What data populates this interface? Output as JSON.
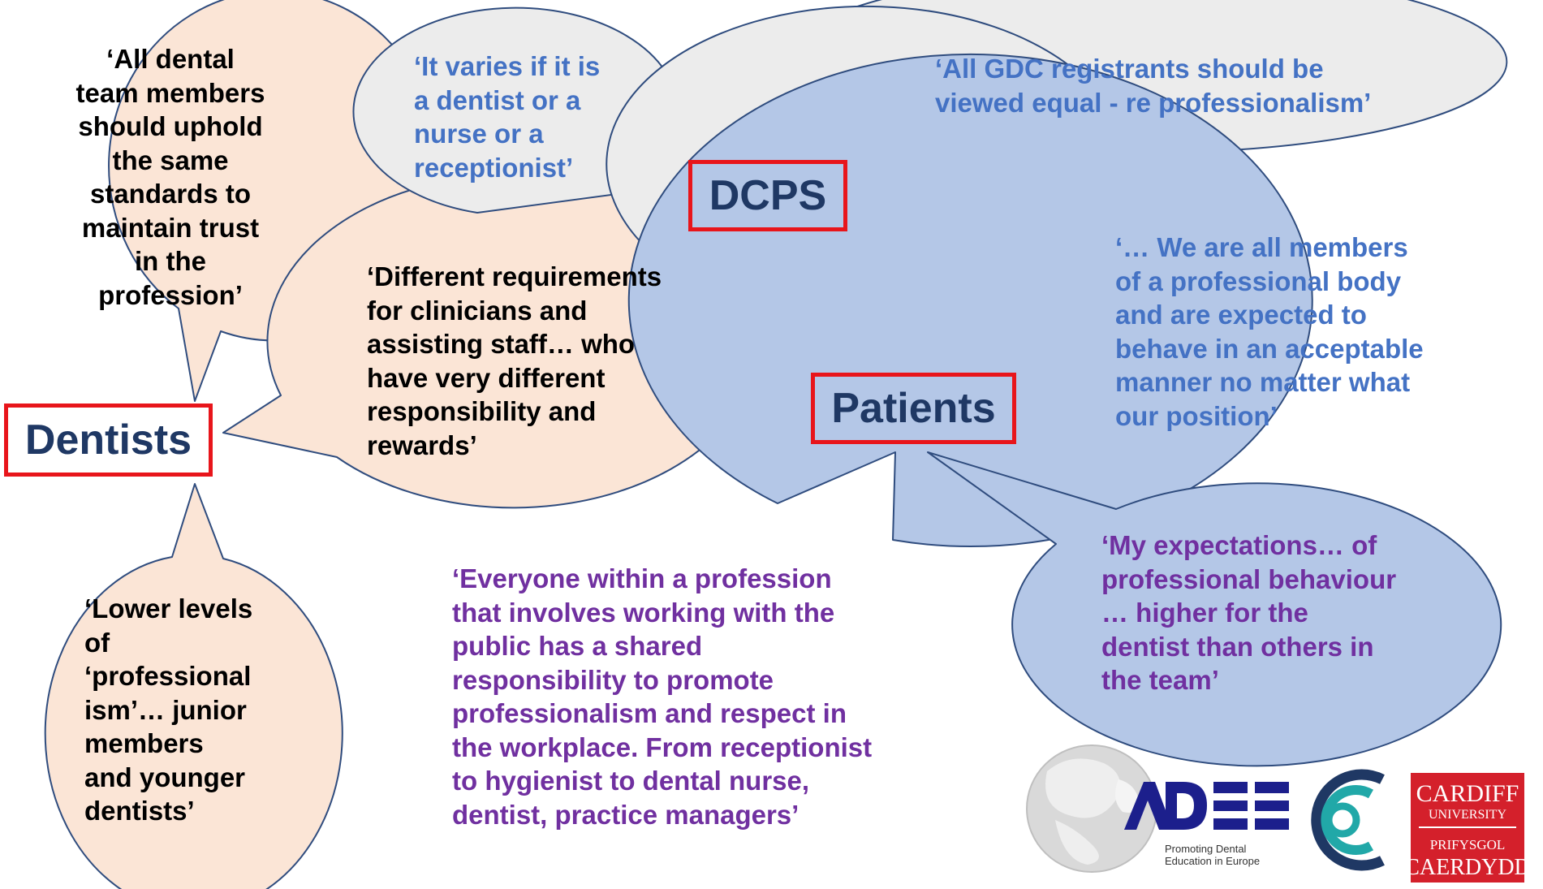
{
  "colors": {
    "peach_bubble": "#fbe5d6",
    "grey_bubble": "#ececec",
    "blue_bubble": "#b4c7e7",
    "label_border": "#e8151b",
    "label_text": "#1f3864",
    "quote_blue": "#4472c4",
    "quote_purple": "#7030a0"
  },
  "labels": {
    "dcps": "DCPS",
    "dentists": "Dentists",
    "patients": "Patients"
  },
  "quotes": {
    "dentist_uphold": "‘All dental\nteam members\nshould uphold\nthe same\nstandards to\nmaintain trust\nin the\nprofession’",
    "dentist_requirements": "‘Different requirements\nfor clinicians and\nassisting staff… who\nhave very different\nresponsibility and\nrewards’",
    "dentist_lower": "‘Lower levels\nof\n‘professional\nism’… junior\nmembers\nand younger\ndentists’",
    "dcps_varies": "‘It varies if it is\na dentist or a\nnurse or a\nreceptionist’",
    "dcps_gdc": "‘All GDC registrants should be\nviewed equal - re professionalism’",
    "dcps_members": "‘… We are all members\nof a professional body\nand are expected to\nbehave in an acceptable\nmanner no matter what\nour position’",
    "patients_everyone": "‘Everyone within a profession\nthat involves working with the\npublic has a shared\nresponsibility to promote\nprofessionalism and respect in\nthe workplace. From receptionist\nto hygienist to dental nurse,\ndentist, practice managers’",
    "patients_expectations": "‘My expectations… of\nprofessional behaviour\n… higher for the\ndentist than others in\nthe team’"
  },
  "logos": {
    "adee_mark": "ADEE",
    "adee_tagline_1": "Promoting Dental",
    "adee_tagline_2": "Education in Europe",
    "cardiff_line_1": "CARDIFF",
    "cardiff_line_2": "UNIVERSITY",
    "cardiff_line_3": "PRIFYSGOL",
    "cardiff_line_4": "CAERDYDD"
  }
}
